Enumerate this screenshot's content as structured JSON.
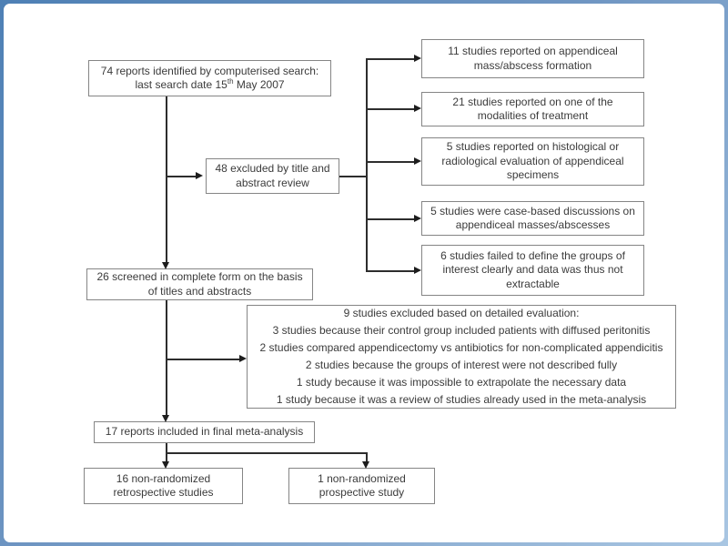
{
  "frame": {
    "border_color_start": "#4e80b5",
    "border_color_end": "#a9c6e2",
    "page_bg": "#ffffff",
    "box_border_color": "#858585",
    "line_color": "#2d2d2d",
    "text_color": "#3b3b3b"
  },
  "nodes": {
    "identified": {
      "line1": "74 reports identified by computerised search:",
      "line2_pre": "last search date 15",
      "line2_sup": "th",
      "line2_post": " May 2007"
    },
    "excluded_title_abstract": {
      "text": "48 excluded by title and abstract review"
    },
    "screened": {
      "text": "26 screened in complete form on the basis of titles and abstracts"
    },
    "right_exclusions": [
      {
        "text": "11 studies reported on appendiceal mass/abscess formation"
      },
      {
        "text": "21 studies reported on one of the modalities of treatment"
      },
      {
        "text": "5 studies reported on histological or radiological evaluation of appendiceal specimens"
      },
      {
        "text": "5 studies were case-based discussions on appendiceal masses/abscesses"
      },
      {
        "text": "6 studies failed to define the groups of interest clearly and data was thus not extractable"
      }
    ],
    "detailed_exclusion": {
      "header": "9 studies excluded based on detailed evaluation:",
      "reasons": [
        "3 studies because their control group included patients with diffused peritonitis",
        "2 studies compared appendicectomy vs antibiotics for non-complicated appendicitis",
        "2 studies because the groups of interest were not described fully",
        "1 study because it was impossible to extrapolate the necessary data",
        "1 study because it was a review of studies already used in the meta-analysis"
      ]
    },
    "included": {
      "text": "17 reports included in final meta-analysis"
    },
    "retrospective": {
      "text": "16 non-randomized retrospective studies"
    },
    "prospective": {
      "text": "1 non-randomized prospective study"
    }
  }
}
